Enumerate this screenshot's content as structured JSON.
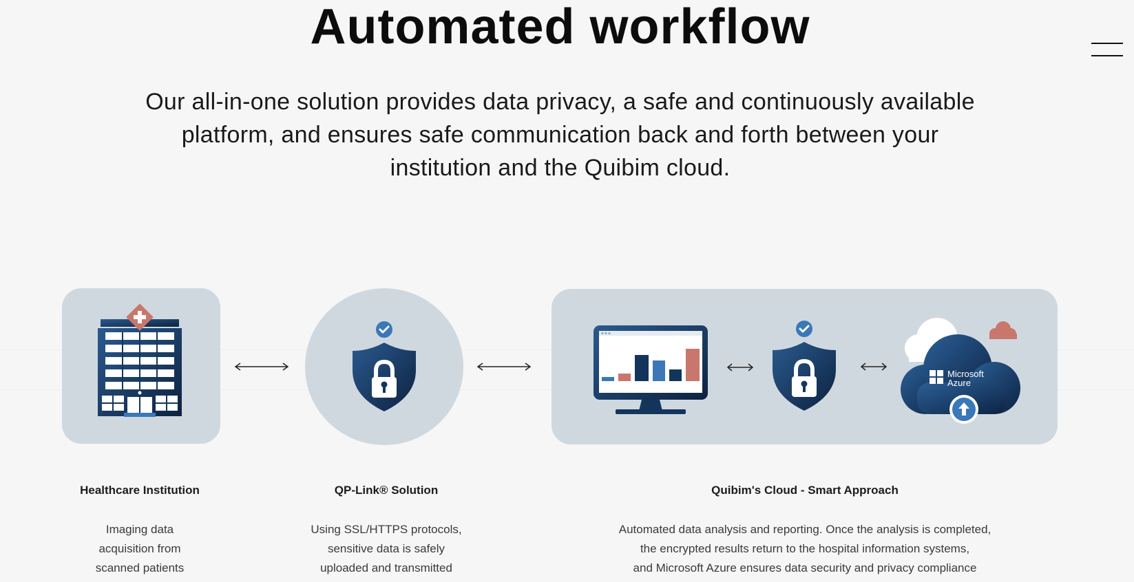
{
  "page": {
    "title": "Automated workflow",
    "intro_lines": [
      "Our all-in-one solution provides data privacy, a safe and continuously available",
      "platform, and ensures safe communication back and forth between your",
      "institution and the Quibim cloud."
    ]
  },
  "header": {
    "menu_icon": "hamburger-menu-icon"
  },
  "colors": {
    "background": "#f6f6f6",
    "card": "#d0d8df",
    "navy": "#13355c",
    "blue_accent": "#3a78b8",
    "terracotta": "#c9776c"
  },
  "diagram": {
    "columns": [
      {
        "title": "Healthcare Institution",
        "icon": "hospital-building-icon",
        "description": [
          "Imaging data",
          "acquisition from",
          "scanned patients"
        ]
      },
      {
        "title": "QP-Link® Solution",
        "icon": "security-shield-lock-icon",
        "description": [
          "Using SSL/HTTPS protocols,",
          "sensitive data is safely",
          "uploaded and transmitted"
        ]
      },
      {
        "title": "Quibim's Cloud - Smart Approach",
        "icons": [
          "monitor-bar-chart-icon",
          "security-shield-lock-icon",
          "microsoft-azure-cloud-icon"
        ],
        "azure_logo_text": [
          "Microsoft",
          "Azure"
        ],
        "description": [
          "Automated data analysis and reporting. Once the analysis is completed,",
          "the encrypted results return to the hospital information systems,",
          "and Microsoft Azure ensures data security and privacy compliance"
        ]
      }
    ],
    "connectors": [
      "double-arrow-icon",
      "double-arrow-icon",
      "double-arrow-icon",
      "double-arrow-icon"
    ]
  }
}
